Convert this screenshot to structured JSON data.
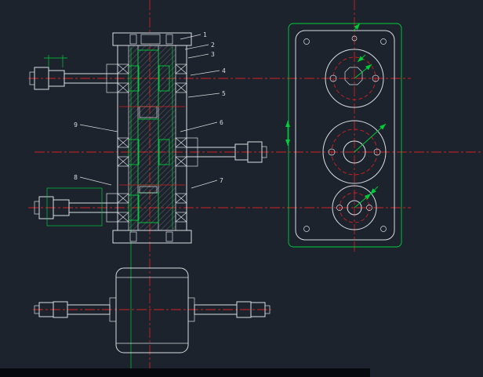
{
  "colors": {
    "bg": "#1c232d",
    "geo": "#d9dde2",
    "red": "#cf2020",
    "grn": "#00cd3a",
    "blue": "#2e49f0",
    "scroll": "#06090d"
  },
  "callouts": [
    {
      "label": "1"
    },
    {
      "label": "2"
    },
    {
      "label": "3"
    },
    {
      "label": "4"
    },
    {
      "label": "5"
    },
    {
      "label": "6"
    },
    {
      "label": "7"
    },
    {
      "label": "8"
    },
    {
      "label": "9"
    }
  ]
}
